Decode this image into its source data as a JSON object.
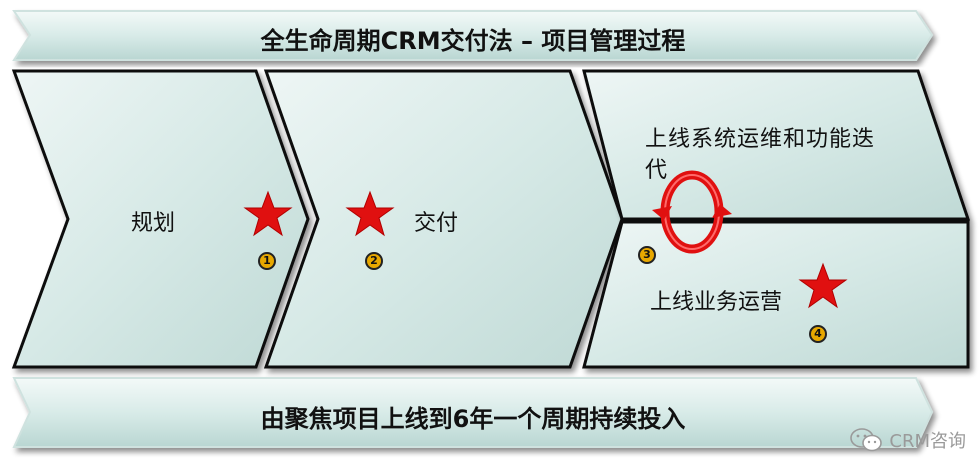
{
  "header": {
    "title": "全生命周期CRM交付法 – 项目管理过程"
  },
  "footer": {
    "text": "由聚焦项目上线到6年一个周期持续投入"
  },
  "stages": [
    {
      "label": "规划",
      "badge": "1"
    },
    {
      "label": "交付",
      "badge": "2"
    },
    {
      "label": "上线系统运维和功能迭代",
      "line1": "上线系统运维和功能迭",
      "line2": "代",
      "badge": "3"
    },
    {
      "label": "上线业务运营",
      "badge": "4"
    }
  ],
  "watermark": {
    "text": "CRM咨询",
    "icon": "wechat-icon"
  },
  "colors": {
    "fill": "#d2e6e3",
    "fill_light": "#eaf4f2",
    "stroke": "#111111",
    "star": "#e01010",
    "badge": "#e8a800",
    "cycle": "#e01010"
  }
}
